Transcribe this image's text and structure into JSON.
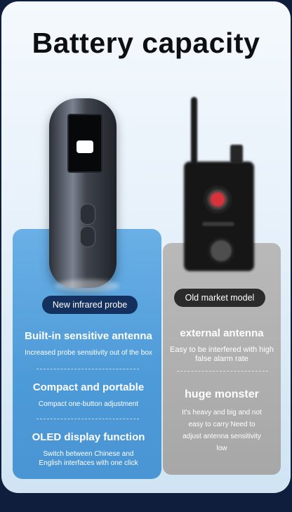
{
  "title": "Battery capacity",
  "left": {
    "badge": "New infrared probe",
    "features": [
      {
        "heading": "Built-in sensitive antenna",
        "desc": "Increased probe sensitivity out of the box"
      },
      {
        "heading": "Compact and portable",
        "desc": "Compact one-button adjustment"
      },
      {
        "heading": "OLED display function",
        "desc": "Switch between Chinese and English interfaces with one click"
      }
    ]
  },
  "right": {
    "badge": "Old market model",
    "features": [
      {
        "heading": "external antenna",
        "desc": "Easy to be interfered with high false alarm rate"
      },
      {
        "heading": "huge monster",
        "desc": "It's heavy and big and not easy to carry Need to adjust antenna sensitivity low"
      }
    ]
  },
  "colors": {
    "left_panel": "#4d9ad8",
    "right_panel": "#a7a7a7",
    "badge_new": "#13305e",
    "badge_old": "#2b2b2b"
  }
}
